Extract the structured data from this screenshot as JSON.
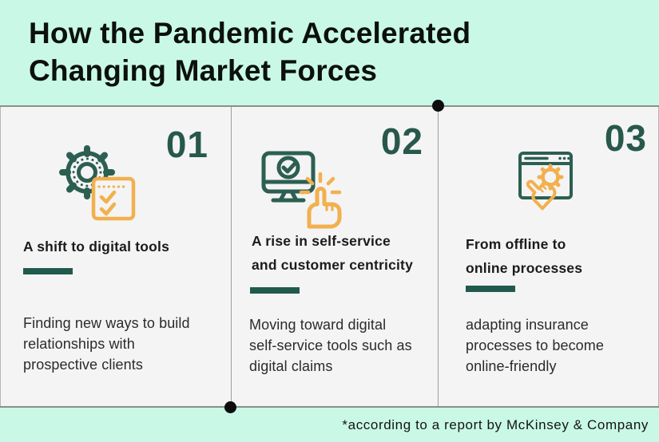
{
  "header": {
    "title": "How the Pandemic Accelerated\nChanging Market Forces"
  },
  "columns": [
    {
      "number": "01",
      "icon": "gear-checklist-icon",
      "heading": "A shift to digital tools",
      "body": "Finding new ways to build\nrelationships with\nprospective clients"
    },
    {
      "number": "02",
      "icon": "monitor-click-icon",
      "heading": "A rise in self-service\nand customer centricity",
      "body": "Moving toward digital\nself-service tools such as\ndigital claims"
    },
    {
      "number": "03",
      "icon": "browser-gear-hand-icon",
      "heading": "From offline to\nonline processes",
      "body": "adapting insurance\nprocesses to become\nonline-friendly"
    }
  ],
  "footer": {
    "note": "*according to a report by McKinsey & Company"
  },
  "colors": {
    "mint": "#c9f9e6",
    "teal": "#215a4c",
    "teal_icon": "#2c5f52",
    "amber": "#f2b04e",
    "content_bg": "#f4f4f4",
    "line_gray": "#8d8d8d",
    "title_text": "#0c100e",
    "body_text": "#2b2b2b"
  }
}
